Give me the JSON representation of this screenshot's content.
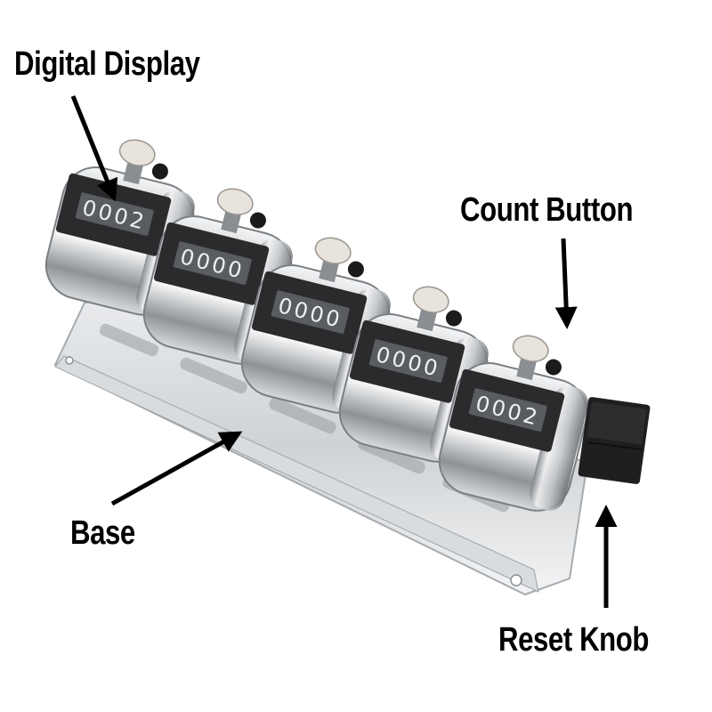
{
  "diagram": {
    "subject": "Five-unit mechanical tally counter on chrome base",
    "colors": {
      "background": "#ffffff",
      "chrome": "#c9ccd1",
      "chrome_dark": "#6f7377",
      "display_frame": "#2b2b2d",
      "digits_bg": "#5a5d60",
      "digits": "#eef0f2",
      "knob": "#1f1f20",
      "label_text": "#000000",
      "arrow": "#000000"
    },
    "labels": {
      "digital_display": "Digital Display",
      "count_button": "Count Button",
      "base": "Base",
      "reset_knob": "Reset Knob"
    },
    "counters": [
      {
        "index": 1,
        "display": "0002"
      },
      {
        "index": 2,
        "display": "0000"
      },
      {
        "index": 3,
        "display": "0000"
      },
      {
        "index": 4,
        "display": "0000"
      },
      {
        "index": 5,
        "display": "0002"
      }
    ]
  }
}
